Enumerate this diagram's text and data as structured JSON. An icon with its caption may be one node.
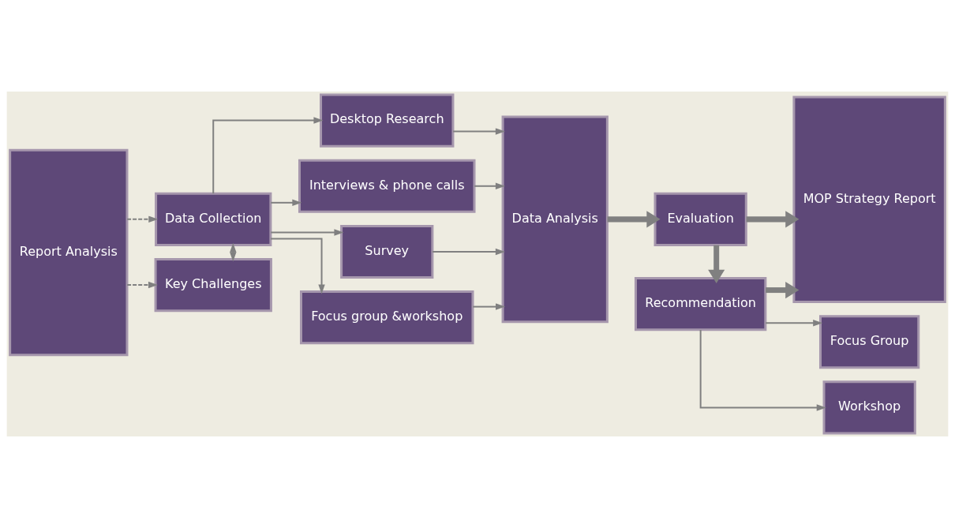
{
  "diagram": {
    "nodes": [
      {
        "text": [
          "Report Analysis"
        ]
      },
      {
        "text": [
          "Data Collection"
        ]
      },
      {
        "text": [
          "Key Challenges"
        ]
      },
      {
        "text": [
          "Desktop Research"
        ]
      },
      {
        "text": [
          "Interviews & phone calls"
        ]
      },
      {
        "text": [
          "Survey"
        ]
      },
      {
        "text": [
          "Focus group &workshop"
        ]
      },
      {
        "text": [
          "Data Analysis"
        ]
      },
      {
        "text": [
          "Evaluation"
        ]
      },
      {
        "text": [
          "Recommendation"
        ]
      },
      {
        "text": [
          "MOP Strategy Report"
        ]
      },
      {
        "text": [
          "Focus Group"
        ]
      },
      {
        "text": [
          "Workshop"
        ]
      }
    ],
    "edges": [
      {
        "from": 0,
        "to": 1,
        "arrow": "to",
        "style": "dashed"
      },
      {
        "from": 0,
        "to": 2,
        "arrow": "to",
        "style": "dashed"
      },
      {
        "from": 1,
        "to": 2,
        "arrow": "both"
      },
      {
        "from": 1,
        "to": 3,
        "arrow": "to"
      },
      {
        "from": 1,
        "to": 4,
        "arrow": "to"
      },
      {
        "from": 1,
        "to": 5,
        "arrow": "to"
      },
      {
        "from": 1,
        "to": 6,
        "arrow": "to"
      },
      {
        "from": 3,
        "to": 7,
        "arrow": "to"
      },
      {
        "from": 4,
        "to": 7,
        "arrow": "to"
      },
      {
        "from": 5,
        "to": 7,
        "arrow": "to"
      },
      {
        "from": 6,
        "to": 7,
        "arrow": "to"
      },
      {
        "from": 7,
        "to": 8,
        "arrow": "to",
        "style": "thick"
      },
      {
        "from": 8,
        "to": 9,
        "arrow": "to",
        "style": "thick"
      },
      {
        "from": 8,
        "to": 10,
        "arrow": "to",
        "style": "thick"
      },
      {
        "from": 9,
        "to": 10,
        "arrow": "to",
        "style": "thick"
      },
      {
        "from": 9,
        "to": 11,
        "arrow": "to"
      },
      {
        "from": 9,
        "to": 12,
        "arrow": "to"
      }
    ]
  }
}
